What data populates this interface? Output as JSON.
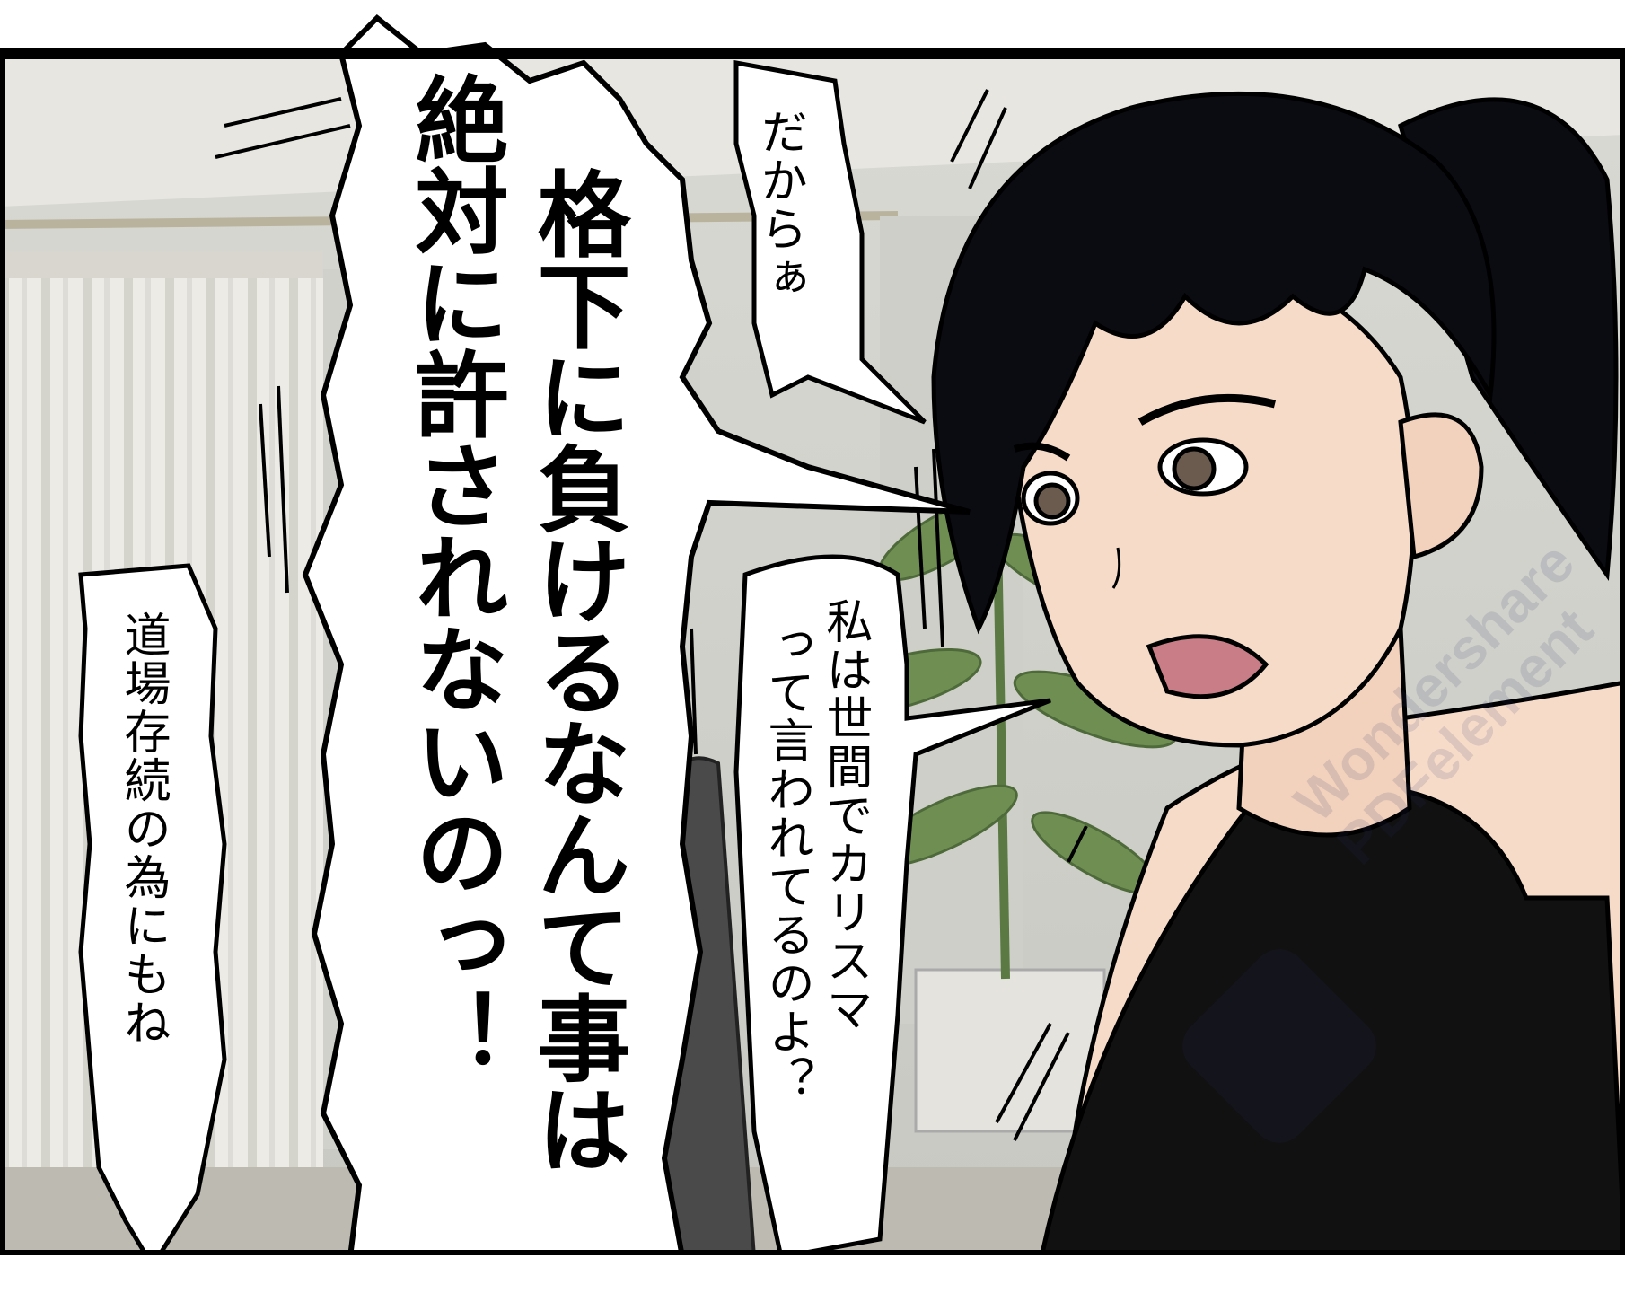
{
  "panel": {
    "description_free": true,
    "colors": {
      "background_wall": "#dcdcd6",
      "curtain": "#e9e8e3",
      "plant": "#6f8f52",
      "hair": "#0b0b12",
      "skin": "#f6dcc8",
      "outfit": "#111111",
      "frame": "#000000"
    }
  },
  "speech": {
    "bubble_top_small": "だからぁ",
    "bubble_big_col1": "格下に負けるなんて事は",
    "bubble_big_col2": "絶対に許されないのっ！",
    "bubble_right_col1": "私は世間でカリスマ",
    "bubble_right_col2": "って言われてるのよ？",
    "bubble_left": "道場存続の為にもね"
  },
  "watermark": {
    "line1": "Wondershare",
    "line2": "PDFelement",
    "icon": "pdfelement-logo-icon"
  }
}
